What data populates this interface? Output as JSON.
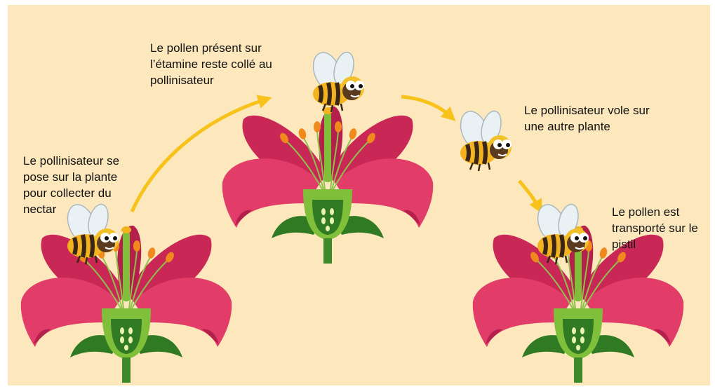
{
  "colors": {
    "background": "#fde8bd",
    "arrow": "#f7c31a",
    "petal": "#e23c69",
    "petal_dark": "#b51f4b",
    "stem": "#3e8a2a",
    "stamen": "#f08a1c",
    "bee_body": "#f2b31f",
    "bee_stripe": "#3a2616",
    "wing": "#e9f1f4"
  },
  "steps": [
    {
      "lines": [
        "Le pollinisateur se",
        "pose sur la plante",
        "pour collecter du",
        "nectar"
      ]
    },
    {
      "lines": [
        "Le pollen présent sur",
        "l’étamine reste collé au",
        "pollinisateur"
      ]
    },
    {
      "lines": [
        "Le pollinisateur vole sur",
        "une autre plante"
      ]
    },
    {
      "lines": [
        "Le pollen est",
        "transporté sur le",
        "pistil"
      ]
    }
  ]
}
